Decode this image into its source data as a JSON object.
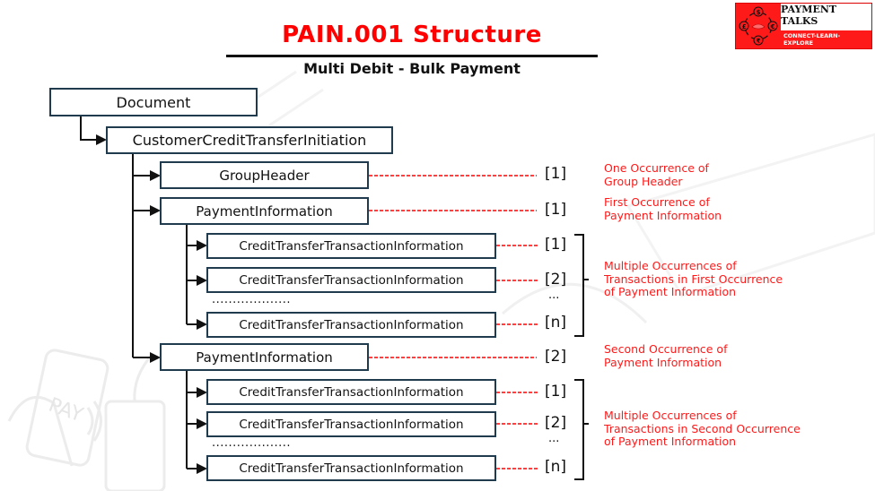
{
  "header": {
    "title": "PAIN.001 Structure",
    "subtitle": "Multi Debit - Bulk Payment"
  },
  "logo": {
    "name": "PAYMENT TALKS",
    "tagline": "CONNECT-LEARN-EXPLORE",
    "currency_symbols": [
      "$",
      "€",
      "₹",
      "£"
    ],
    "brand_color": "#ff1a1a"
  },
  "colors": {
    "title": "#ff0000",
    "annotation": "#ff1a1a",
    "node_border": "#1f3b4d",
    "connector": "#111111",
    "dash": "#ff0000"
  },
  "tree": {
    "document": "Document",
    "cstmr_cdt_trf_initn": "CustomerCreditTransferInitiation",
    "group_header": {
      "label": "GroupHeader",
      "multiplicity": "[1]"
    },
    "payment_information_1": {
      "label": "PaymentInformation",
      "multiplicity": "[1]",
      "transactions": [
        {
          "label": "CreditTransferTransactionInformation",
          "multiplicity": "[1]"
        },
        {
          "label": "CreditTransferTransactionInformation",
          "multiplicity": "[2]"
        },
        {
          "label": "CreditTransferTransactionInformation",
          "multiplicity": "[n]"
        }
      ],
      "ellipsis": "...................",
      "mult_ellipsis": "..."
    },
    "payment_information_2": {
      "label": "PaymentInformation",
      "multiplicity": "[2]",
      "transactions": [
        {
          "label": "CreditTransferTransactionInformation",
          "multiplicity": "[1]"
        },
        {
          "label": "CreditTransferTransactionInformation",
          "multiplicity": "[2]"
        },
        {
          "label": "CreditTransferTransactionInformation",
          "multiplicity": "[n]"
        }
      ],
      "ellipsis": "...................",
      "mult_ellipsis": "..."
    }
  },
  "annotations": {
    "group_header": [
      "One Occurrence of",
      "Group Header"
    ],
    "pmt_inf_1": [
      "First Occurrence of",
      "Payment Information"
    ],
    "txns_1": [
      "Multiple Occurrences of",
      "Transactions in First Occurrence",
      "of Payment Information"
    ],
    "pmt_inf_2": [
      "Second Occurrence of",
      "Payment Information"
    ],
    "txns_2": [
      "Multiple Occurrences of",
      "Transactions in Second Occurrence",
      "of Payment Information"
    ]
  },
  "background": {
    "watermark_text": "PAY"
  }
}
